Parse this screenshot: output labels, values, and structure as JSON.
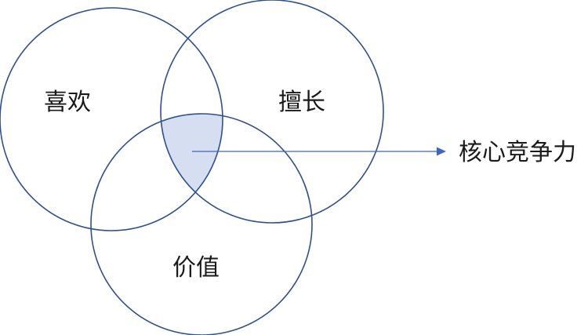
{
  "diagram": {
    "sets": [
      {
        "label": "喜欢"
      },
      {
        "label": "擅长"
      },
      {
        "label": "价值"
      }
    ],
    "intersection": {
      "label": "核心竞争力"
    },
    "colors": {
      "circle_stroke": "#2F4F8F",
      "overlap_fill": "#D6DEF2",
      "arrow": "#3A66C4"
    }
  }
}
